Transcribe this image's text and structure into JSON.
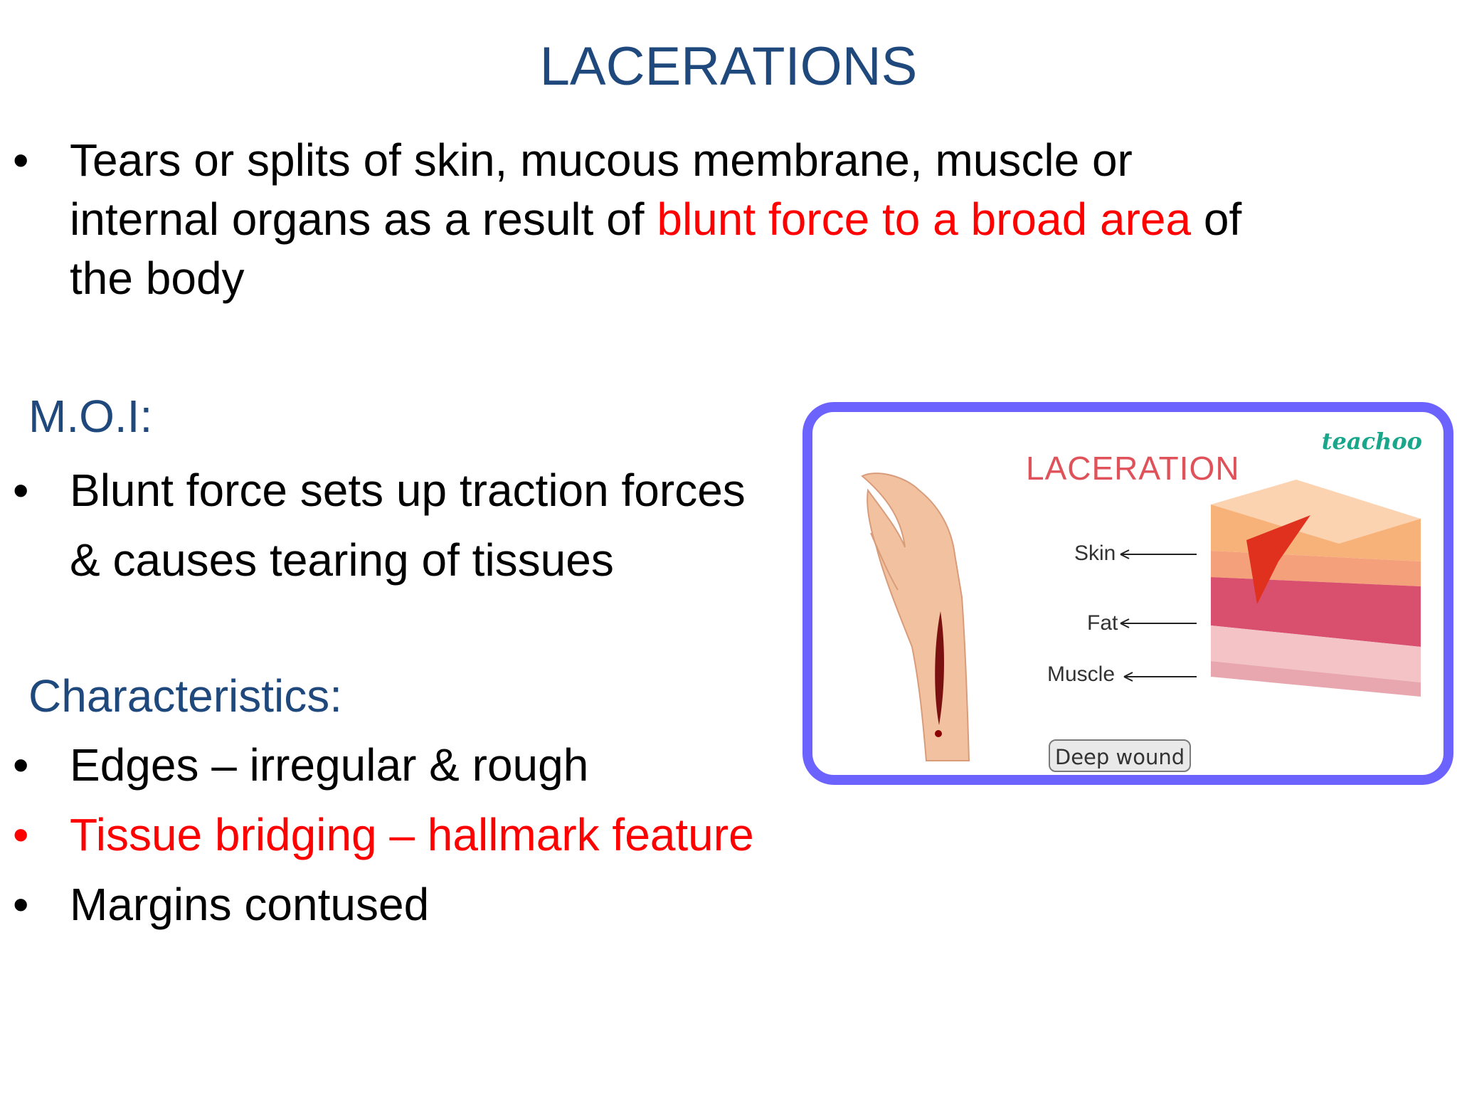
{
  "title": "LACERATIONS",
  "definition": {
    "line1": "Tears or splits of skin, mucous membrane, muscle or",
    "line2_before": "internal organs as a result of ",
    "line2_highlight": "blunt force to a broad area",
    "line2_after": " of",
    "line3": "the body"
  },
  "moi": {
    "heading": "M.O.I:",
    "line1": "Blunt force sets up traction forces",
    "line2": "& causes tearing of tissues"
  },
  "characteristics": {
    "heading": "Characteristics:",
    "items": [
      "Edges – irregular & rough",
      "Tissue bridging – hallmark feature",
      "Margins contused"
    ]
  },
  "bullet_symbol": "•",
  "illustration": {
    "title": "LACERATION",
    "brand": "teachoo",
    "labels": [
      "Skin",
      "Fat",
      "Muscle"
    ],
    "button": "Deep wound"
  },
  "colors": {
    "heading_blue": "#1F497D",
    "highlight_red": "#FF0000",
    "card_border": "#6C63FF",
    "card_title": "#E0525A",
    "brand_green": "#1AA68A"
  }
}
